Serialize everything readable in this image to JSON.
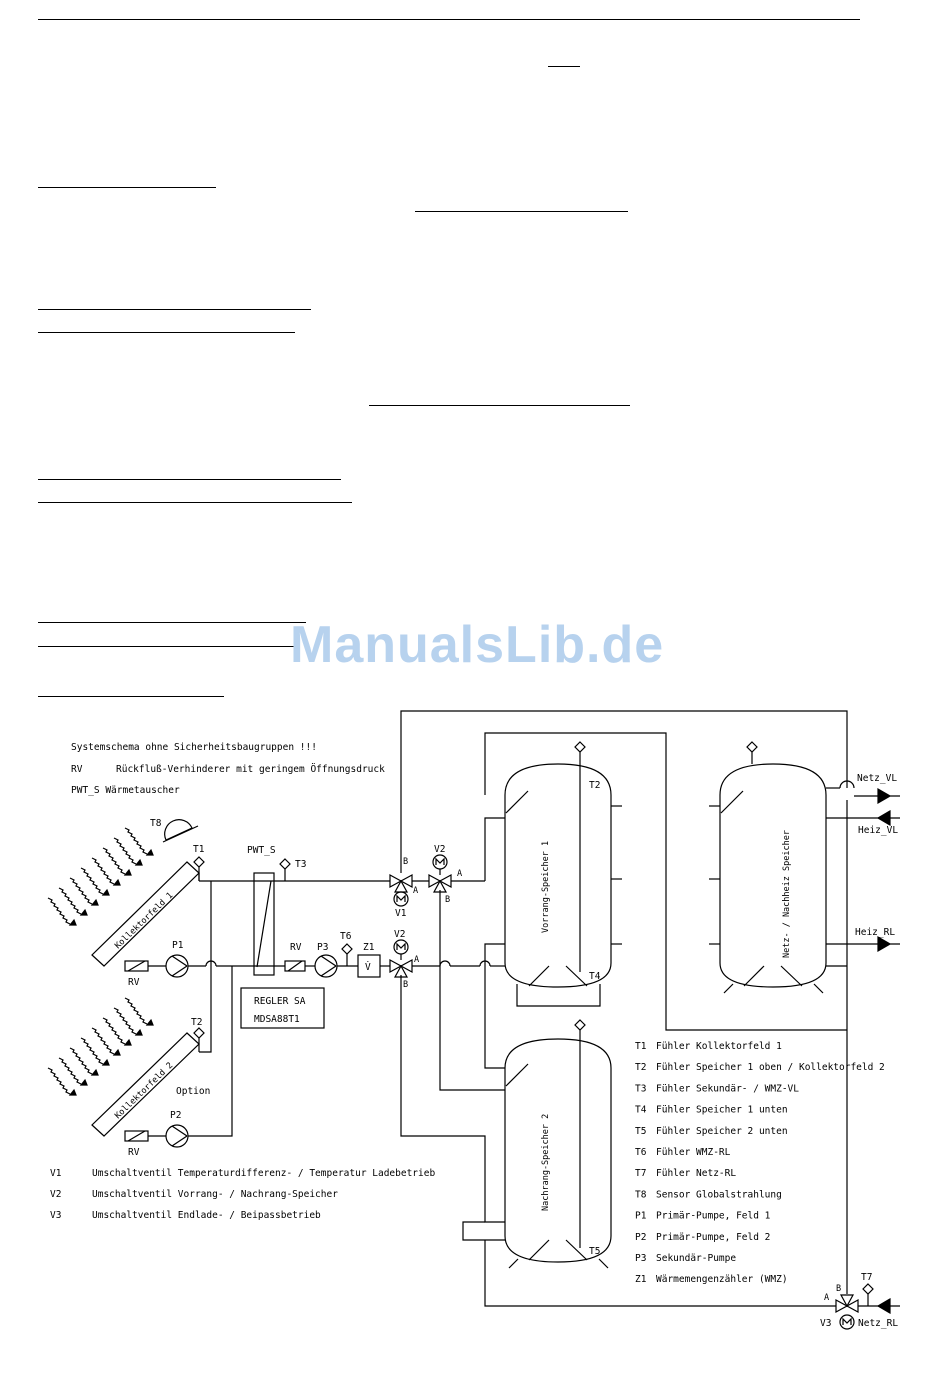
{
  "watermark": "ManualsLib.de",
  "notes": {
    "line1": "Systemschema ohne Sicherheitsbaugruppen !!!",
    "rv_key": "RV",
    "rv_text": "Rückfluß-Verhinderer mit geringem Öffnungsdruck",
    "pwt_text": "PWT_S Wärmetauscher"
  },
  "labels": {
    "t1": "T1",
    "t2": "T2",
    "t3": "T3",
    "t4": "T4",
    "t5": "T5",
    "t6": "T6",
    "t7": "T7",
    "t8": "T8",
    "p1": "P1",
    "p2": "P2",
    "p3": "P3",
    "z1": "Z1",
    "vdot": "V̇",
    "v1": "V1",
    "v2a": "V2",
    "v2b": "V2",
    "v3": "V3",
    "rv1": "RV",
    "rv2": "RV",
    "rv3": "RV",
    "pwt": "PWT_S",
    "a": "A",
    "b": "B",
    "option": "Option",
    "collector1": "Kollektorfeld 1",
    "collector2": "Kollektorfeld 2",
    "tank1": "Vorrang-Speicher 1",
    "tank2": "Nachrang-Speicher 2",
    "tank3": "Netz- / Nachheiz Speicher",
    "regler1": "REGLER SA",
    "regler2": "MDSA88T1",
    "netz_vl": "Netz_VL",
    "heiz_vl": "Heiz_VL",
    "heiz_rl": "Heiz_RL",
    "netz_rl": "Netz_RL"
  },
  "legend_right": [
    {
      "key": "T1",
      "text": "Fühler Kollektorfeld 1"
    },
    {
      "key": "T2",
      "text": "Fühler Speicher 1 oben / Kollektorfeld 2"
    },
    {
      "key": "T3",
      "text": "Fühler Sekundär- / WMZ-VL"
    },
    {
      "key": "T4",
      "text": "Fühler Speicher 1 unten"
    },
    {
      "key": "T5",
      "text": "Fühler Speicher 2 unten"
    },
    {
      "key": "T6",
      "text": "Fühler WMZ-RL"
    },
    {
      "key": "T7",
      "text": "Fühler Netz-RL"
    },
    {
      "key": "T8",
      "text": "Sensor Globalstrahlung"
    },
    {
      "key": "P1",
      "text": "Primär-Pumpe, Feld 1"
    },
    {
      "key": "P2",
      "text": "Primär-Pumpe, Feld 2"
    },
    {
      "key": "P3",
      "text": "Sekundär-Pumpe"
    },
    {
      "key": "Z1",
      "text": "Wärmemengenzähler (WMZ)"
    }
  ],
  "legend_valves": [
    {
      "key": "V1",
      "text": "Umschaltventil Temperaturdifferenz- / Temperatur Ladebetrieb"
    },
    {
      "key": "V2",
      "text": "Umschaltventil Vorrang- / Nachrang-Speicher"
    },
    {
      "key": "V3",
      "text": "Umschaltventil Endlade- / Beipassbetrieb"
    }
  ]
}
